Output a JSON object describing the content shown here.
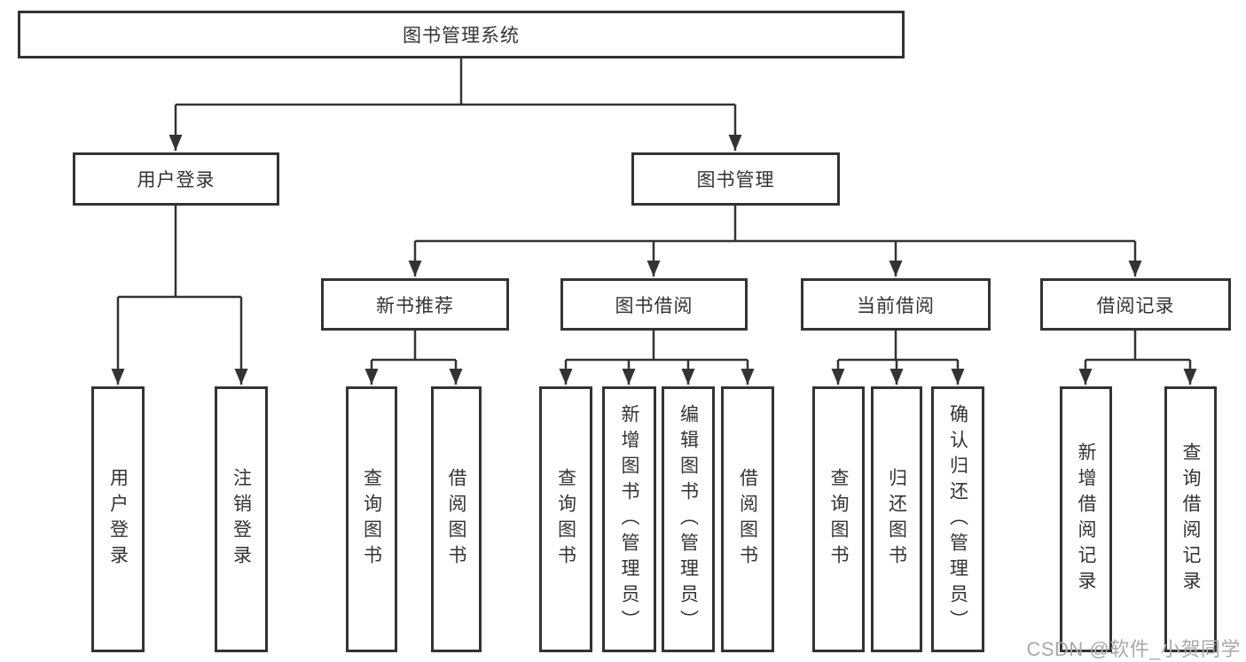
{
  "diagram": {
    "root": {
      "label": "图书管理系统"
    },
    "branches": [
      {
        "label": "用户登录",
        "children": [
          {
            "label": "用户登录"
          },
          {
            "label": "注销登录"
          }
        ]
      },
      {
        "label": "图书管理",
        "children": [
          {
            "label": "新书推荐",
            "children": [
              {
                "label": "查询图书"
              },
              {
                "label": "借阅图书"
              }
            ]
          },
          {
            "label": "图书借阅",
            "children": [
              {
                "label": "查询图书"
              },
              {
                "label": "新增图书（管理员）"
              },
              {
                "label": "编辑图书（管理员）"
              },
              {
                "label": "借阅图书"
              }
            ]
          },
          {
            "label": "当前借阅",
            "children": [
              {
                "label": "查询图书"
              },
              {
                "label": "归还图书"
              },
              {
                "label": "确认归还（管理员）"
              }
            ]
          },
          {
            "label": "借阅记录",
            "children": [
              {
                "label": "新增借阅记录"
              },
              {
                "label": "查询借阅记录"
              }
            ]
          }
        ]
      }
    ]
  },
  "watermark": {
    "text": "CSDN @软件_小贺同学"
  },
  "colors": {
    "line": "#333333",
    "text": "#333333",
    "box_border": "#333333",
    "background": "#ffffff",
    "watermark": "#a9a9a9"
  }
}
